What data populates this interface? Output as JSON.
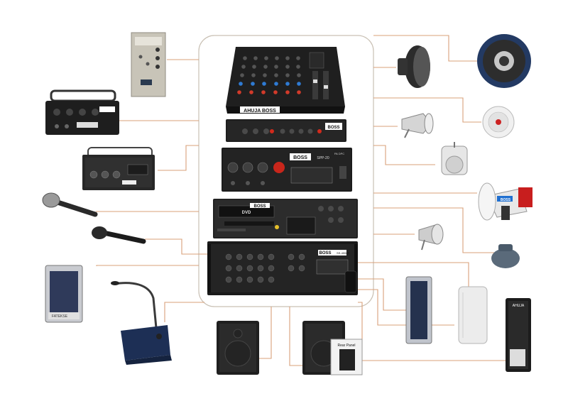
{
  "colors": {
    "connector": "#d8a07a",
    "panel_border": "#c9c0b4",
    "device_black": "#1c1c1c",
    "device_dark": "#2b2b2b",
    "knob": "#3a3a3a",
    "accent_red": "#d22a1c",
    "accent_blue": "#1f6fd0",
    "speaker_grey": "#3c3c3c",
    "column_white": "#ececec"
  },
  "labels": {
    "mixer_brand": "AHUJA BOSS",
    "preamp_brand": "BOSS",
    "amp1_brand": "BOSS",
    "amp1_model": "SPP-20",
    "amp1_sub": "PA DPC",
    "dvd_brand": "BOSS",
    "dvd_tray": "DVD",
    "amp2_brand": "BOSS",
    "amp2_model": "SS-4000P",
    "megaphone_brand": "BOSS",
    "column_left_brand": "FATEKSE",
    "column_black_brand": "AHUJA",
    "rear_panel": "Rear Panel"
  },
  "icons": [
    "wall-mixer-icon",
    "portable-amplifier-icon",
    "small-amplifier-icon",
    "handheld-microphone-icon",
    "wired-microphone-icon",
    "column-speaker-icon",
    "paging-microphone-icon",
    "cabinet-speaker-icon",
    "cabinet-speaker-rear-icon",
    "tall-column-speaker-icon",
    "white-column-speaker-icon",
    "black-column-speaker-icon",
    "weatherproof-speaker-icon",
    "small-horn-icon",
    "megaphone-icon",
    "projector-speaker-icon",
    "horn-speaker-icon",
    "ceiling-speaker-icon",
    "driver-unit-icon",
    "woofer-icon"
  ]
}
